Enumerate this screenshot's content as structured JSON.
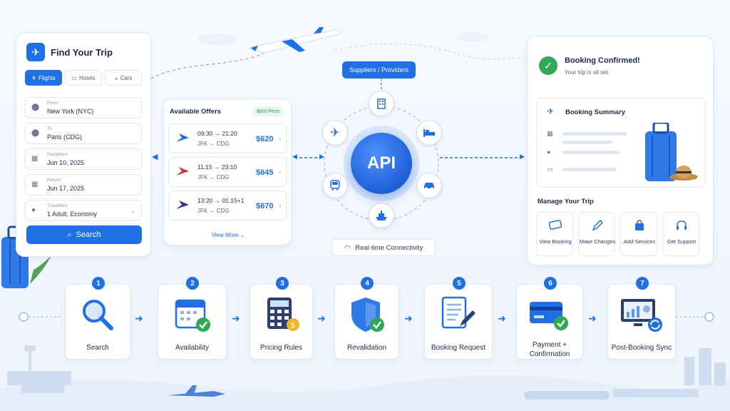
{
  "search": {
    "title": "Find Your Trip",
    "tabs": [
      {
        "label": "Flights",
        "icon": "plane-icon",
        "active": true
      },
      {
        "label": "Hotels",
        "icon": "bed-icon",
        "active": false
      },
      {
        "label": "Cars",
        "icon": "car-icon",
        "active": false
      }
    ],
    "fields": [
      {
        "label": "From",
        "value": "New York (NYC)",
        "icon": "location-pin-icon"
      },
      {
        "label": "To",
        "value": "Paris (CDG)",
        "icon": "location-pin-icon"
      },
      {
        "label": "Departure",
        "value": "Jun 10, 2025",
        "icon": "calendar-icon"
      },
      {
        "label": "Return",
        "value": "Jun 17, 2025",
        "icon": "calendar-icon"
      },
      {
        "label": "Travellers",
        "value": "1 Adult, Economy",
        "icon": "person-icon"
      }
    ],
    "button": "Search"
  },
  "offers": {
    "title": "Available Offers",
    "badge": "Best Price",
    "items": [
      {
        "times": "09:30 → 21:20",
        "route": "JFK  →  CDG",
        "price": "$620",
        "color": "#1f6fe5"
      },
      {
        "times": "11:15 → 23:10",
        "route": "JFK  →  CDG",
        "price": "$645",
        "color": "#d8333a"
      },
      {
        "times": "13:20 → 01:15+1",
        "route": "JFK  →  CDG",
        "price": "$670",
        "color": "#3a2f8f"
      }
    ],
    "view_more": "View More"
  },
  "hub": {
    "suppliers": "Suppliers / Providers",
    "core": "API",
    "realtime": "Real-time Connectivity"
  },
  "confirm": {
    "title": "Booking Confirmed!",
    "subtitle": "Your trip is all set.",
    "summary_title": "Booking Summary",
    "manage_title": "Manage Your Trip",
    "actions": [
      {
        "label": "View Booking",
        "icon": "ticket-icon"
      },
      {
        "label": "Make Changes",
        "icon": "pencil-icon"
      },
      {
        "label": "Add Services",
        "icon": "bag-icon"
      },
      {
        "label": "Get Support",
        "icon": "headset-icon"
      }
    ]
  },
  "steps": [
    {
      "num": "1",
      "label": "Search",
      "icon": "magnifier-icon"
    },
    {
      "num": "2",
      "label": "Availability",
      "icon": "calendar-check-icon"
    },
    {
      "num": "3",
      "label": "Pricing Rules",
      "icon": "calculator-icon"
    },
    {
      "num": "4",
      "label": "Revalidation",
      "icon": "shield-check-icon"
    },
    {
      "num": "5",
      "label": "Booking Request",
      "icon": "document-pen-icon"
    },
    {
      "num": "6",
      "label": "Payment + Confirmation",
      "icon": "credit-card-check-icon"
    },
    {
      "num": "7",
      "label": "Post-Booking Sync",
      "icon": "monitor-sync-icon"
    }
  ],
  "colors": {
    "accent": "#1f6fe5",
    "success": "#2fa955"
  }
}
